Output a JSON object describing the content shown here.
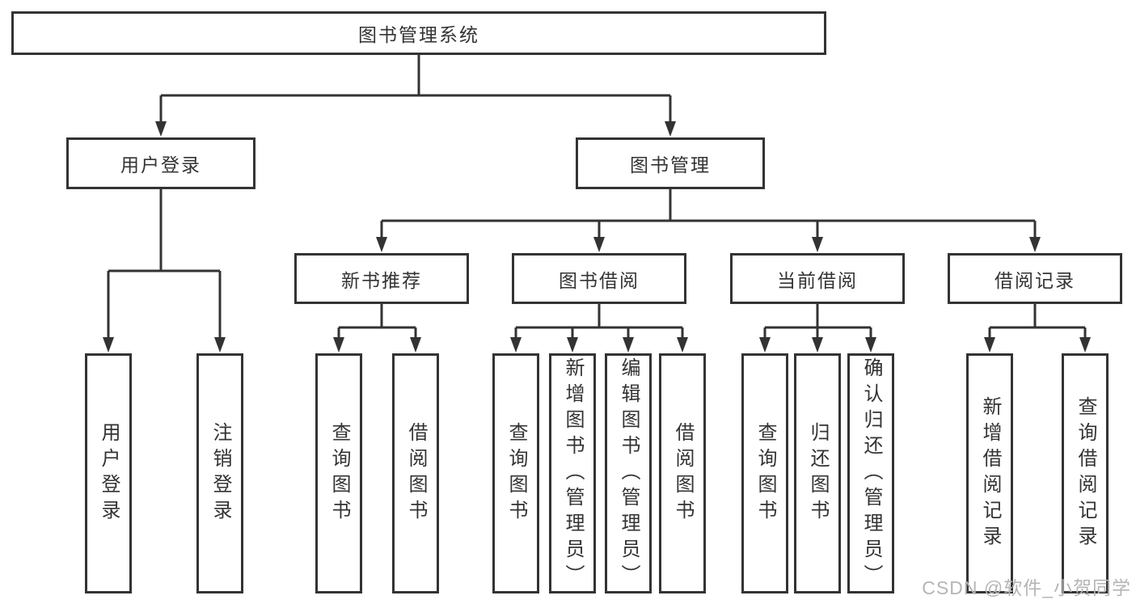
{
  "root": {
    "label": "图书管理系统"
  },
  "level2": {
    "user_login": {
      "label": "用户登录"
    },
    "book_management": {
      "label": "图书管理"
    }
  },
  "level3": {
    "new_book_recommend": {
      "label": "新书推荐"
    },
    "book_borrow": {
      "label": "图书借阅"
    },
    "current_borrow": {
      "label": "当前借阅"
    },
    "borrow_records": {
      "label": "借阅记录"
    }
  },
  "leaves": {
    "user_login": [
      "用户登录",
      "注销登录"
    ],
    "new_book_recommend": [
      "查询图书",
      "借阅图书"
    ],
    "book_borrow": [
      "查询图书",
      "新增图书（管理员）",
      "编辑图书（管理员）",
      "借阅图书"
    ],
    "current_borrow": [
      "查询图书",
      "归还图书",
      "确认归还（管理员）"
    ],
    "borrow_records": [
      "新增借阅记录",
      "查询借阅记录"
    ]
  },
  "watermark": "CSDN @软件_小贺同学",
  "colors": {
    "line": "#333333",
    "text": "#333333",
    "watermark_text": "#b5b5b5",
    "background": "#ffffff"
  }
}
